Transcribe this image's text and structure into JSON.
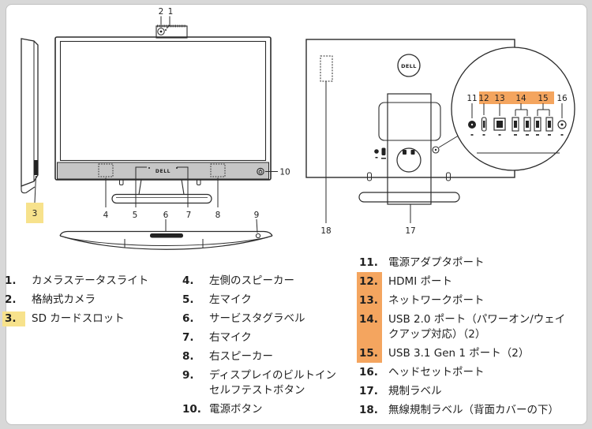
{
  "window": {
    "background": "#d8d8d8",
    "card_background": "#ffffff"
  },
  "colors": {
    "yellow_highlight": "#f7e28c",
    "orange_highlight": "#f4a55f",
    "diagram_line": "#2b2b2b",
    "speaker_bar_gray": "#c6c6c6",
    "text": "#1f1f1f"
  },
  "diagram": {
    "brand_front": "DELL",
    "brand_back": "DELL",
    "callouts": {
      "1": "1",
      "2": "2",
      "3": "3",
      "4": "4",
      "5": "5",
      "6": "6",
      "7": "7",
      "8": "8",
      "9": "9",
      "10": "10",
      "11": "11",
      "12": "12",
      "13": "13",
      "14": "14",
      "15": "15",
      "16": "16",
      "17": "17",
      "18": "18"
    }
  },
  "legend": {
    "col_left": [
      {
        "num": "1.",
        "label": "カメラステータスライト"
      },
      {
        "num": "2.",
        "label": "格納式カメラ"
      },
      {
        "num": "3.",
        "label": "SD カードスロット",
        "highlight": "yellow"
      }
    ],
    "col_mid": [
      {
        "num": "4.",
        "label": "左側のスピーカー"
      },
      {
        "num": "5.",
        "label": "左マイク"
      },
      {
        "num": "6.",
        "label": "サービスタグラベル"
      },
      {
        "num": "7.",
        "label": "右マイク"
      },
      {
        "num": "8.",
        "label": "右スピーカー"
      },
      {
        "num": "9.",
        "label": "ディスプレイのビルトイン\nセルフテストボタン"
      },
      {
        "num": "10.",
        "label": "電源ボタン"
      }
    ],
    "col_right": [
      {
        "num": "11.",
        "label": "電源アダプタポート"
      },
      {
        "num": "12.",
        "label": "HDMI ポート",
        "highlight": "orange"
      },
      {
        "num": "13.",
        "label": "ネットワークポート",
        "highlight": "orange"
      },
      {
        "num": "14.",
        "label": "USB 2.0 ポート（パワーオン/ウェイ\nクアップ対応）（2）",
        "highlight": "orange"
      },
      {
        "num": "15.",
        "label": "USB 3.1 Gen 1 ポート（2）",
        "highlight": "orange"
      },
      {
        "num": "16.",
        "label": "ヘッドセットポート"
      },
      {
        "num": "17.",
        "label": "規制ラベル"
      },
      {
        "num": "18.",
        "label": "無線規制ラベル（背面カバーの下）"
      }
    ]
  }
}
